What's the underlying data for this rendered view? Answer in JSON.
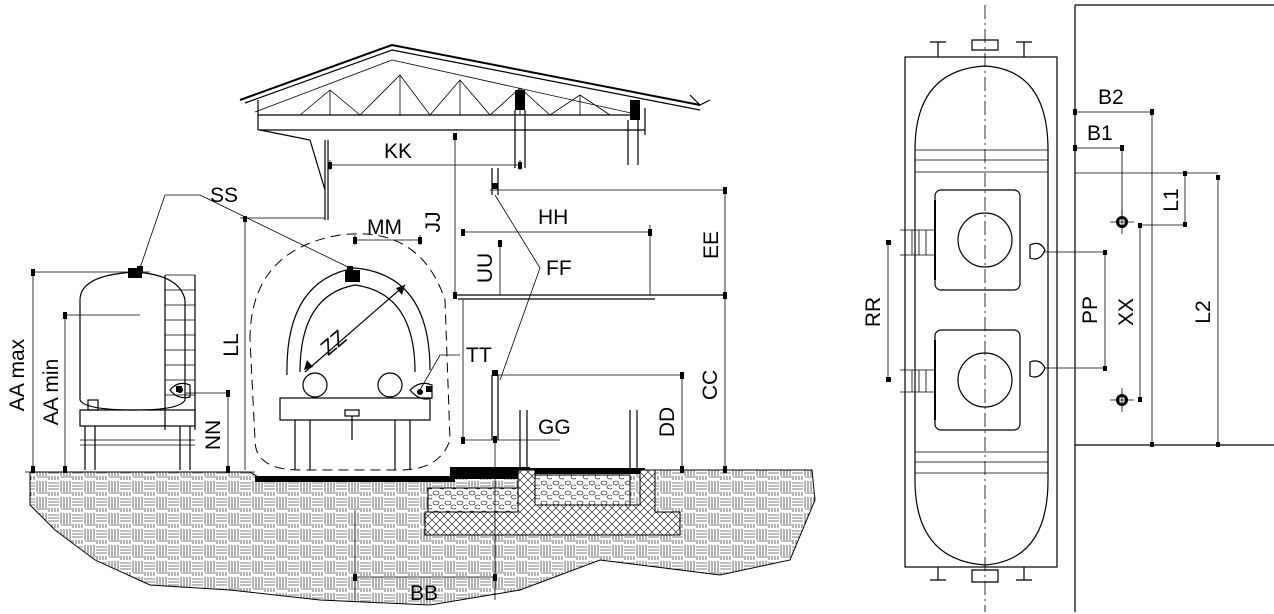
{
  "labels": {
    "kk": "KK",
    "ss": "SS",
    "mm": "MM",
    "jj": "JJ",
    "hh": "HH",
    "ee": "EE",
    "uu": "UU",
    "ff": "FF",
    "aa_max": "AA max",
    "aa_min": "AA min",
    "ll": "LL",
    "zz": "ZZ",
    "tt": "TT",
    "cc": "CC",
    "nn": "NN",
    "gg": "GG",
    "dd": "DD",
    "bb": "BB",
    "b2": "B2",
    "b1": "B1",
    "l1": "L1",
    "rr": "RR",
    "pp": "PP",
    "xx": "XX",
    "l2": "L2"
  }
}
